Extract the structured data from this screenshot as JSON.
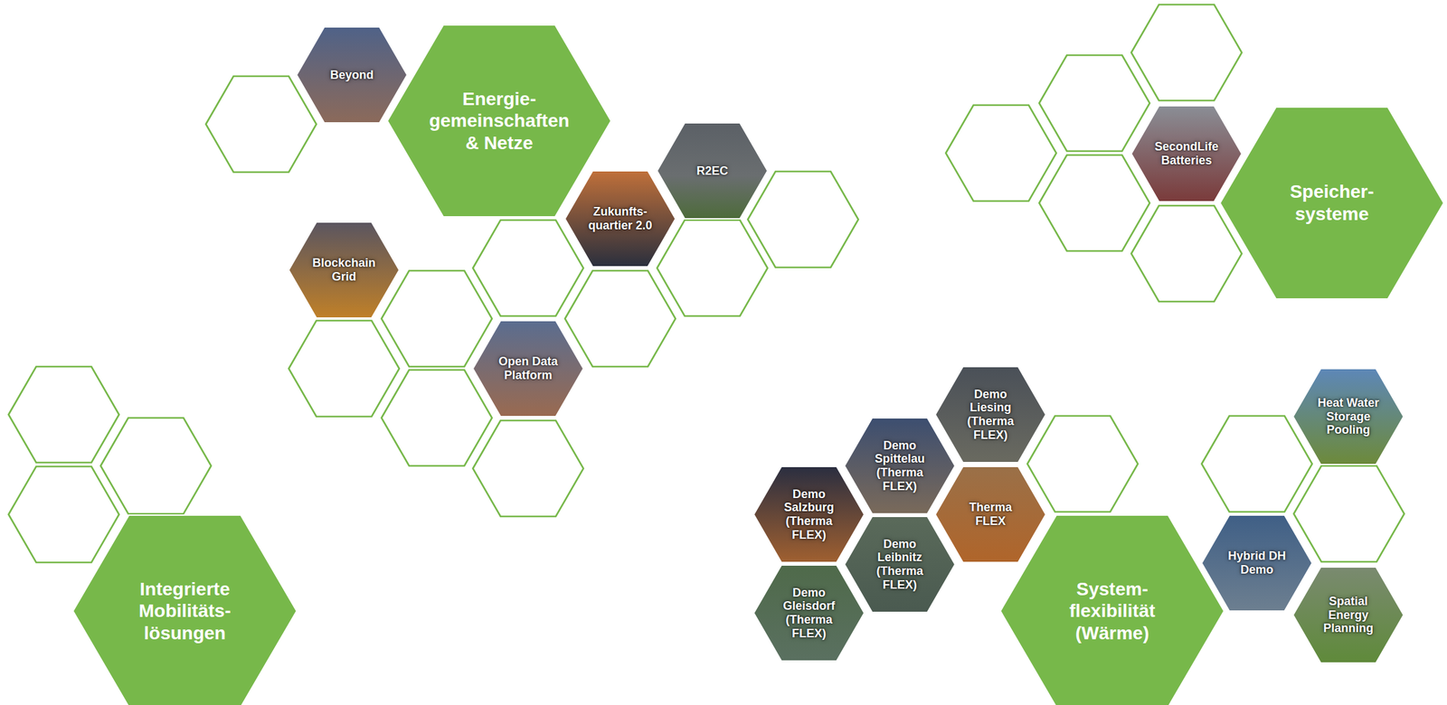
{
  "diagram": {
    "nodes": [
      {
        "text": [
          "Beyond"
        ]
      },
      {
        "text": [
          "Energie- gemeinschaften & Netze"
        ]
      },
      {
        "text": [
          "R2EC"
        ]
      },
      {
        "text": [
          "Zukunfts- quartier 2.0"
        ]
      },
      {
        "text": [
          "Blockchain Grid"
        ]
      },
      {
        "text": [
          "Open Data Platform"
        ]
      },
      {
        "text": [
          "SecondLife Batteries"
        ]
      },
      {
        "text": [
          "Speicher- systeme"
        ]
      },
      {
        "text": [
          "Demo Liesing (Therma FLEX)"
        ]
      },
      {
        "text": [
          "Heat Water Storage Pooling"
        ]
      },
      {
        "text": [
          "Demo Spittelau (Therma FLEX)"
        ]
      },
      {
        "text": [
          "Demo Salzburg (Therma FLEX)"
        ]
      },
      {
        "text": [
          "Therma FLEX"
        ]
      },
      {
        "text": [
          "Demo Leibnitz (Therma FLEX)"
        ]
      },
      {
        "text": [
          "Hybrid DH Demo"
        ]
      },
      {
        "text": [
          "Integrierte Mobilitäts- lösungen"
        ]
      },
      {
        "text": [
          "Demo Gleisdorf (Therma FLEX)"
        ]
      },
      {
        "text": [
          "System- flexibilität (Wärme)"
        ]
      },
      {
        "text": [
          "Spatial Energy Planning"
        ]
      }
    ]
  }
}
